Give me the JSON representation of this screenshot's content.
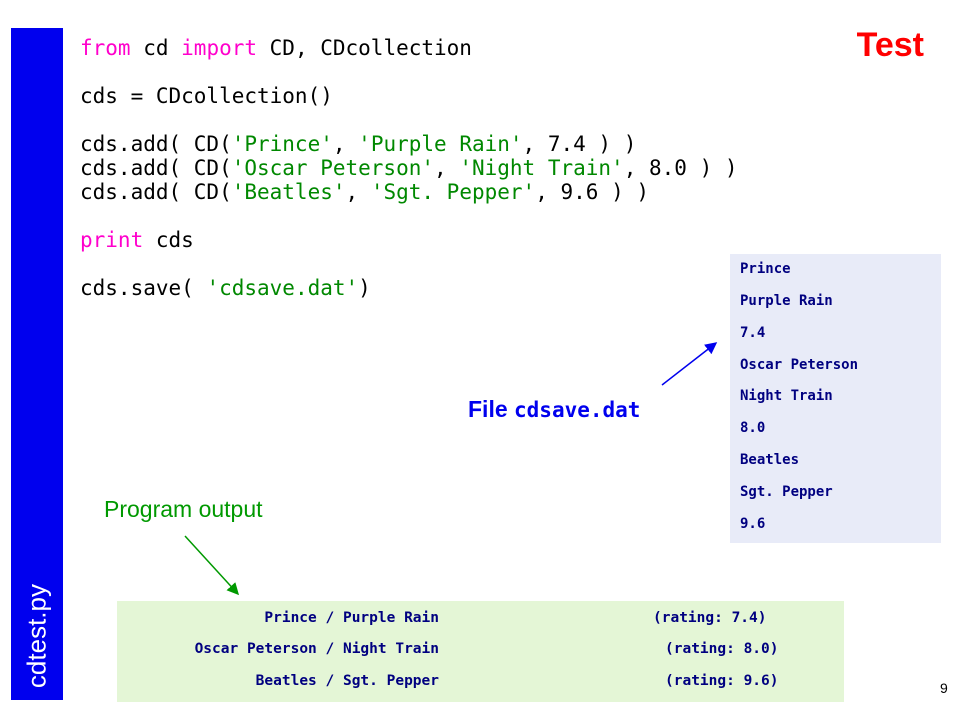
{
  "slide": {
    "title": "Test",
    "sidebar_label": "cdtest.py",
    "page_number": "9"
  },
  "code": {
    "line1": {
      "kw1": "from",
      "mid": " cd ",
      "kw2": "import",
      "rest": " CD, CDcollection"
    },
    "line2": "cds = CDcollection()",
    "add_prefix": "cds.add( CD(",
    "add_suffix": " ) )",
    "adds": [
      {
        "artist": "'Prince'",
        "title": "'Purple Rain'",
        "rating": "7.4"
      },
      {
        "artist": "'Oscar Peterson'",
        "title": "'Night Train'",
        "rating": "8.0"
      },
      {
        "artist": "'Beatles'",
        "title": "'Sgt. Pepper'",
        "rating": "9.6"
      }
    ],
    "print_kw": "print",
    "print_rest": " cds",
    "save_prefix": "cds.save( ",
    "save_arg": "'cdsave.dat'",
    "save_suffix": ")"
  },
  "file_caption": {
    "word": "File",
    "filename": "cdsave.dat"
  },
  "file_contents": [
    "Prince",
    "Purple Rain",
    "7.4",
    "Oscar Peterson",
    "Night Train",
    "8.0",
    "Beatles",
    "Sgt. Pepper",
    "9.6"
  ],
  "output_caption": "Program output",
  "program_output": [
    {
      "left": "Prince / Purple Rain",
      "right": "(rating: 7.4)"
    },
    {
      "left": "Oscar Peterson / Night Train",
      "right": "(rating: 8.0)"
    },
    {
      "left": "Beatles / Sgt. Pepper",
      "right": "(rating: 9.6)"
    }
  ],
  "colors": {
    "sidebar": "#0000ee",
    "title": "#ff0000",
    "keyword": "#ff00cc",
    "string": "#008800",
    "file_box": "#e8ebf8",
    "output_box": "#e4f6d6"
  }
}
